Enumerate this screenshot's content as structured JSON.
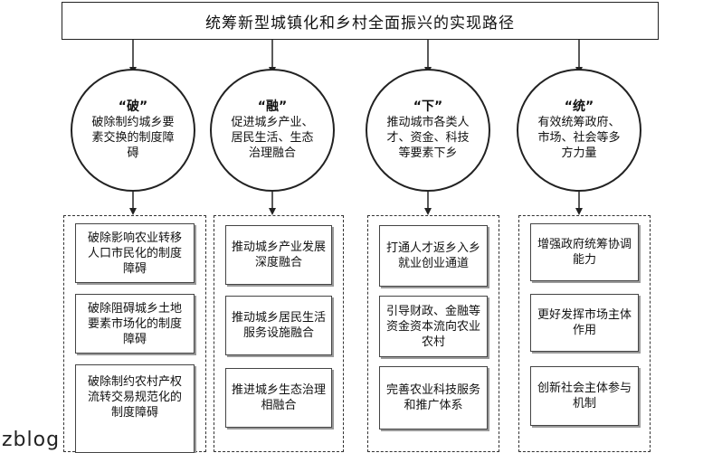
{
  "title": "统筹新型城镇化和乡村全面振兴的实现路径",
  "columns": [
    {
      "keyword": "“破”",
      "description": "破除制约城乡要素交换的制度障碍",
      "items": [
        "破除影响农业转移人口市民化的制度障碍",
        "破除阻碍城乡土地要素市场化的制度障碍",
        "破除制约农村产权流转交易规范化的制度障碍"
      ]
    },
    {
      "keyword": "“融”",
      "description": "促进城乡产业、居民生活、生态治理融合",
      "items": [
        "推动城乡产业发展深度融合",
        "推动城乡居民生活服务设施融合",
        "推进城乡生态治理相融合"
      ]
    },
    {
      "keyword": "“下”",
      "description": "推动城市各类人才、资金、科技等要素下乡",
      "items": [
        "打通人才返乡入乡就业创业通道",
        "引导财政、金融等资金资本流向农业农村",
        "完善农业科技服务和推广体系"
      ]
    },
    {
      "keyword": "“统”",
      "description": "有效统筹政府、市场、社会等多方力量",
      "items": [
        "增强政府统筹协调能力",
        "更好发挥市场主体作用",
        "创新社会主体参与机制"
      ]
    }
  ],
  "watermark": "zblog"
}
